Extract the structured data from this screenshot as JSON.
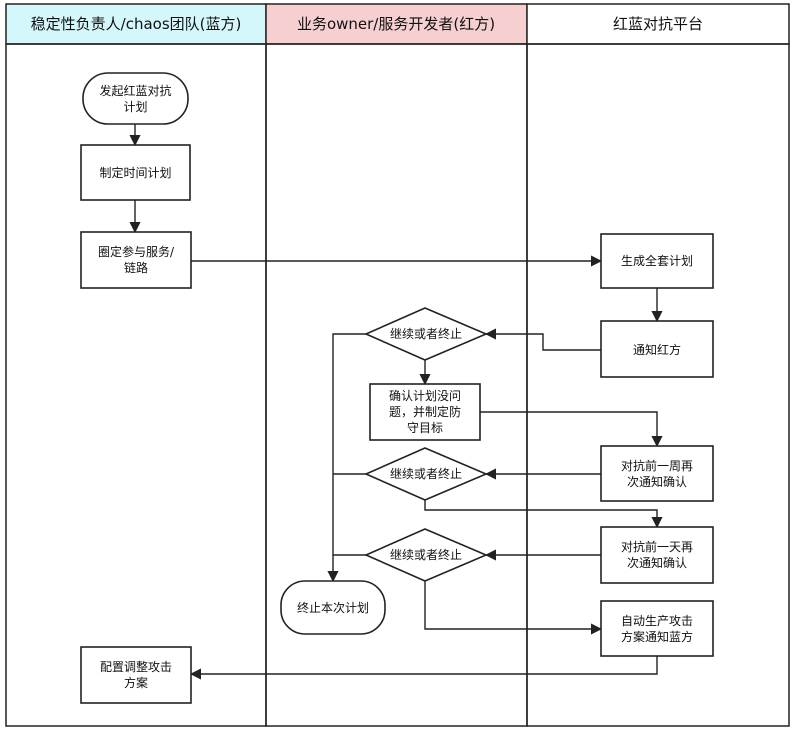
{
  "lanes": [
    {
      "id": "blue",
      "title": "稳定性负责人/chaos团队(蓝方)",
      "header_color": "#d4f7fb"
    },
    {
      "id": "red",
      "title": "业务owner/服务开发者(红方)",
      "header_color": "#f6cfd0"
    },
    {
      "id": "platform",
      "title": "红蓝对抗平台",
      "header_color": "#ffffff"
    }
  ],
  "nodes": {
    "start": [
      "发起红蓝对抗",
      "计划"
    ],
    "time_plan": [
      "制定时间计划"
    ],
    "circle_services": [
      "圈定参与服务/",
      "链路"
    ],
    "gen_plan": [
      "生成全套计划"
    ],
    "notify_red": [
      "通知红方"
    ],
    "decision1": [
      "继续或者终止"
    ],
    "confirm_plan": [
      "确认计划没问",
      "题，并制定防",
      "守目标"
    ],
    "week_notice": [
      "对抗前一周再",
      "次通知确认"
    ],
    "decision2": [
      "继续或者终止"
    ],
    "day_notice": [
      "对抗前一天再",
      "次通知确认"
    ],
    "decision3": [
      "继续或者终止"
    ],
    "terminate": [
      "终止本次计划"
    ],
    "auto_attack": [
      "自动生产攻击",
      "方案通知蓝方"
    ],
    "config_attack": [
      "配置调整攻击",
      "方案"
    ]
  }
}
